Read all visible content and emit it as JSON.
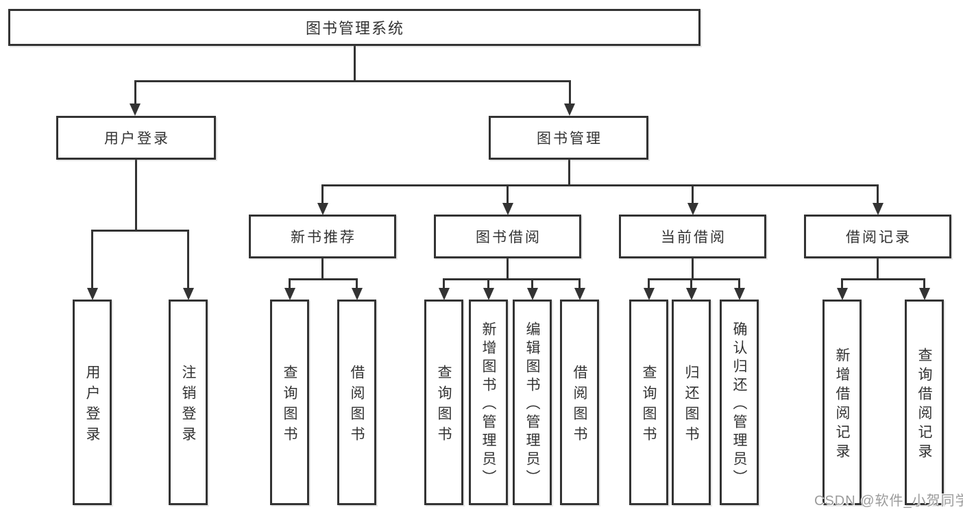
{
  "title": "图书管理系统",
  "nodes": {
    "root": "图书管理系统",
    "user_login_branch": "用户登录",
    "book_mgmt_branch": "图书管理",
    "new_book_recommend": "新书推荐",
    "book_borrow": "图书借阅",
    "current_borrow": "当前借阅",
    "borrow_record": "借阅记录",
    "user_login": "用户登录",
    "logout": "注销登录",
    "nb_query": "查询图书",
    "nb_borrow": "借阅图书",
    "bb_query": "查询图书",
    "bb_add": "新增图书（管理员）",
    "bb_edit": "编辑图书（管理员）",
    "bb_borrow": "借阅图书",
    "cb_query": "查询图书",
    "cb_return": "归还图书",
    "cb_confirm": "确认归还（管理员）",
    "br_add": "新增借阅记录",
    "br_query": "查询借阅记录"
  },
  "watermark": "CSDN @软件_小贺同学",
  "colors": {
    "line": "#333333",
    "text": "#333333",
    "box_background": "#ffffff",
    "watermark": "#9b9b9b",
    "background": "#ffffff"
  }
}
